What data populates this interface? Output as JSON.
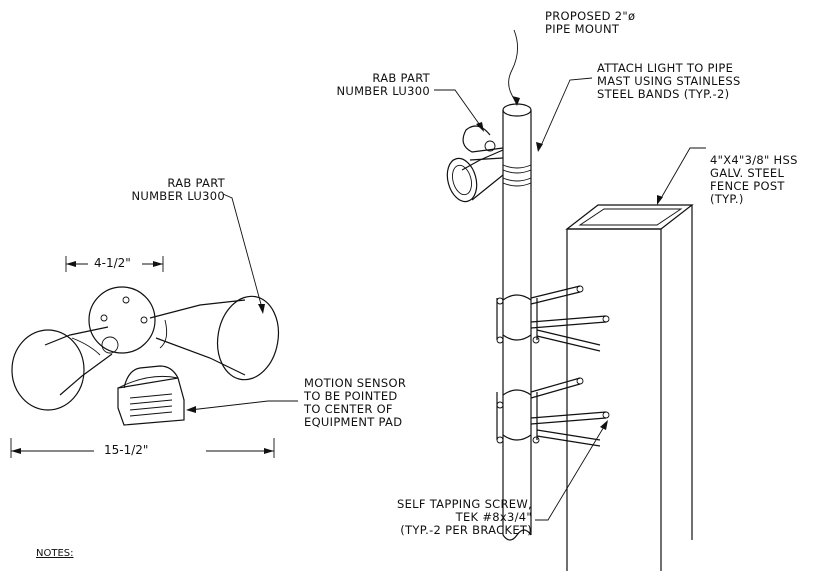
{
  "labels": {
    "pipe_mount": [
      "PROPOSED 2\"ø",
      "PIPE MOUNT"
    ],
    "rab_part_top": [
      "RAB PART",
      "NUMBER LU300"
    ],
    "attach_light": [
      "ATTACH LIGHT TO PIPE",
      "MAST USING STAINLESS",
      "STEEL BANDS (TYP.-2)"
    ],
    "fence_post": [
      "4\"X4\"3/8\" HSS",
      "GALV. STEEL",
      "FENCE POST",
      "(TYP.)"
    ],
    "rab_part_left": [
      "RAB PART",
      "NUMBER LU300"
    ],
    "motion_sensor": [
      "MOTION SENSOR",
      "TO BE POINTED",
      "TO CENTER OF",
      "EQUIPMENT PAD"
    ],
    "self_tapping": [
      "SELF TAPPING SCREW,",
      "TEK #8x3/4\"",
      "(TYP.-2 PER BRACKET)"
    ]
  },
  "dimensions": {
    "small": "4-1/2\"",
    "large": "15-1/2\""
  },
  "notes": "NOTES:"
}
